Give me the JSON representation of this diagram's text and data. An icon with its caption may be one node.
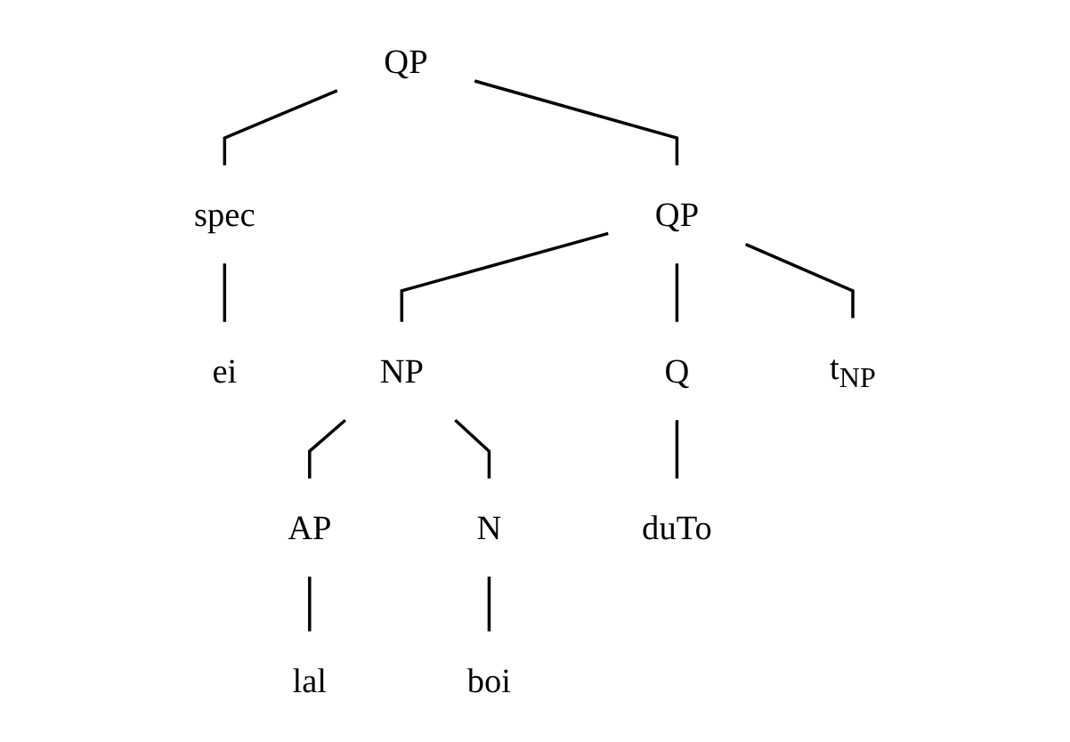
{
  "diagram": {
    "nodes": [
      {
        "text": [
          "QP"
        ]
      },
      {
        "text": [
          "spec"
        ]
      },
      {
        "text": [
          "QP"
        ]
      },
      {
        "text": [
          "ei"
        ]
      },
      {
        "text": [
          "NP"
        ]
      },
      {
        "text": [
          "Q"
        ]
      },
      {
        "text": [
          "t$_{NP}$"
        ]
      },
      {
        "text": [
          "AP"
        ]
      },
      {
        "text": [
          "N"
        ]
      },
      {
        "text": [
          "duTo"
        ]
      },
      {
        "text": [
          "lal"
        ]
      },
      {
        "text": [
          "boi"
        ]
      }
    ],
    "edges": [
      {
        "from": 0,
        "to": 1,
        "arrow": "none"
      },
      {
        "from": 0,
        "to": 2,
        "arrow": "none"
      },
      {
        "from": 1,
        "to": 3,
        "arrow": "none"
      },
      {
        "from": 2,
        "to": 4,
        "arrow": "none"
      },
      {
        "from": 2,
        "to": 5,
        "arrow": "none"
      },
      {
        "from": 2,
        "to": 6,
        "arrow": "none"
      },
      {
        "from": 4,
        "to": 7,
        "arrow": "none"
      },
      {
        "from": 4,
        "to": 8,
        "arrow": "none"
      },
      {
        "from": 5,
        "to": 9,
        "arrow": "none"
      },
      {
        "from": 7,
        "to": 10,
        "arrow": "none"
      },
      {
        "from": 8,
        "to": 11,
        "arrow": "none"
      }
    ]
  }
}
